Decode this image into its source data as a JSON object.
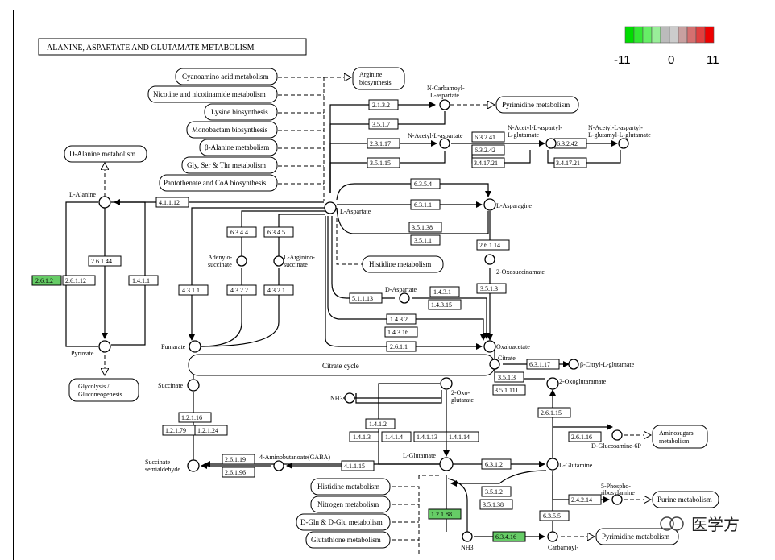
{
  "title": "ALANINE, ASPARTATE AND GLUTAMATE METABOLISM",
  "legend": {
    "min_label": "-11",
    "mid_label": "0",
    "max_label": "11",
    "colors": [
      "#00dd00",
      "#33e833",
      "#66ee66",
      "#99ee99",
      "#bbbbbb",
      "#cccccc",
      "#c8a0a0",
      "#d47070",
      "#e04040",
      "#ee0000"
    ]
  },
  "colors": {
    "up_green": "#66cc66",
    "box_border": "#000000"
  },
  "watermark": "医学方",
  "pathways": {
    "cyanoamino": "Cyanoamino acid metabolism",
    "nicotine": "Nicotine and nicotinamide metabolism",
    "lysine": "Lysine biosynthesis",
    "monobactam": "Monobactam biosynthesis",
    "balanine": "β-Alanine metabolism",
    "glyser": "Gly, Ser & Thr metabolism",
    "pantothenate": "Pantothenate and CoA biosynthesis",
    "dalanine": "D-Alanine metabolism",
    "arginine1": "Arginine",
    "arginine2": "biosynthesis",
    "pyrimidine_top": "Pyrimidine metabolism",
    "histidine_mid": "Histidine metabolism",
    "glycolysis1": "Glycolysis /",
    "glycolysis2": "Gluconeogenesis",
    "citrate_cycle": "Citrate cycle",
    "aminosugars1": "Aminosugars",
    "aminosugars2": "metabolism",
    "purine": "Purine metabolism",
    "histidine_bot": "Histidine metabolism",
    "nitrogen": "Nitrogen metabolism",
    "dgln": "D-Gln & D-Glu metabolism",
    "glutathione": "Glutathione metabolism",
    "pyrimidine_bot": "Pyrimidine metabolism"
  },
  "compounds": {
    "n_carbamoyl1": "N-Carbamoyl-",
    "n_carbamoyl2": "L-aspartate",
    "n_acetyl_asp": "N-Acetyl-L-aspartate",
    "naag1": "N-Acetyl-L-aspartyl-",
    "naag2": "L-glutamate",
    "naagg1": "N-Acetyl-L-aspartyl-",
    "naagg2": "L-glutamyl-L-glutamate",
    "l_alanine": "L-Alanine",
    "l_aspartate": "L-Aspartate",
    "l_asparagine": "L-Asparagine",
    "adenylo1": "Adenylo-",
    "adenylo2": "succinate",
    "argsucc1": "L-Arginino-",
    "argsucc2": "succinate",
    "oxosucc": "2-Oxosuccinamate",
    "d_aspartate": "D-Aspartate",
    "pyruvate": "Pyruvate",
    "fumarate": "Fumarate",
    "oxaloacetate": "Oxaloacetate",
    "citrate": "Citrate",
    "citryl": "β-Citryl-L-glutamate",
    "succinate": "Succinate",
    "nh3_a": "NH3",
    "oxoglut1": "2-Oxo-",
    "oxoglut2": "glutarate",
    "oxoglutaramate": "2-Oxoglutaramate",
    "ssa1": "Succinate",
    "ssa2": "semialdehyde",
    "gaba": "4-Aminobutanoate(GABA)",
    "l_glutamate": "L-Glutamate",
    "l_glutamine": "L-Glutamine",
    "glucosamine": "D-Glucosamine-6P",
    "prpp1": "5-Phospho-",
    "prpp2": "ribosylamine",
    "nh3_b": "NH3",
    "carbamoyl": "Carbamoyl-"
  },
  "enzymes": {
    "e2132": "2.1.3.2",
    "e3517": "3.5.1.7",
    "e23117": "2.3.1.17",
    "e35115": "3.5.1.15",
    "e63241": "6.3.2.41",
    "e63242a": "6.3.2.42",
    "e341721a": "3.4.17.21",
    "e63242b": "6.3.2.42",
    "e341721b": "3.4.17.21",
    "e63541": "6.3.5.4",
    "e6311": "6.3.1.1",
    "e35138a": "3.5.1.38",
    "e3511": "3.5.1.1",
    "e41112": "4.1.1.12",
    "e26114a": "2.6.1.14",
    "e6344": "6.3.4.4",
    "e6345": "6.3.4.5",
    "e26144": "2.6.1.44",
    "e2612": "2.6.1.2",
    "e26112": "2.6.1.12",
    "e1411": "1.4.1.1",
    "e4311": "4.3.1.1",
    "e4322": "4.3.2.2",
    "e4321": "4.3.2.1",
    "e3513a": "3.5.1.3",
    "e51113": "5.1.1.13",
    "e1431": "1.4.3.1",
    "e14315": "1.4.3.15",
    "e1432": "1.4.3.2",
    "e14316": "1.4.3.16",
    "e2611": "2.6.1.1",
    "e63117": "6.3.1.17",
    "e3513b": "3.5.1.3",
    "e351111": "3.5.1.111",
    "e26115": "2.6.1.15",
    "e12116": "1.2.1.16",
    "e12179": "1.2.1.79",
    "e12124": "1.2.1.24",
    "e1412": "1.4.1.2",
    "e1413": "1.4.1.3",
    "e1414": "1.4.1.4",
    "e14113": "1.4.1.13",
    "e14114": "1.4.1.14",
    "e26116": "2.6.1.16",
    "e26119": "2.6.1.19",
    "e26196": "2.6.1.96",
    "e41115": "4.1.1.15",
    "e6312": "6.3.1.2",
    "e3512": "3.5.1.2",
    "e35138b": "3.5.1.38",
    "e24214": "2.4.2.14",
    "e6355": "6.3.5.5",
    "e12188": "1.2.1.88",
    "e63416": "6.3.4.16"
  }
}
